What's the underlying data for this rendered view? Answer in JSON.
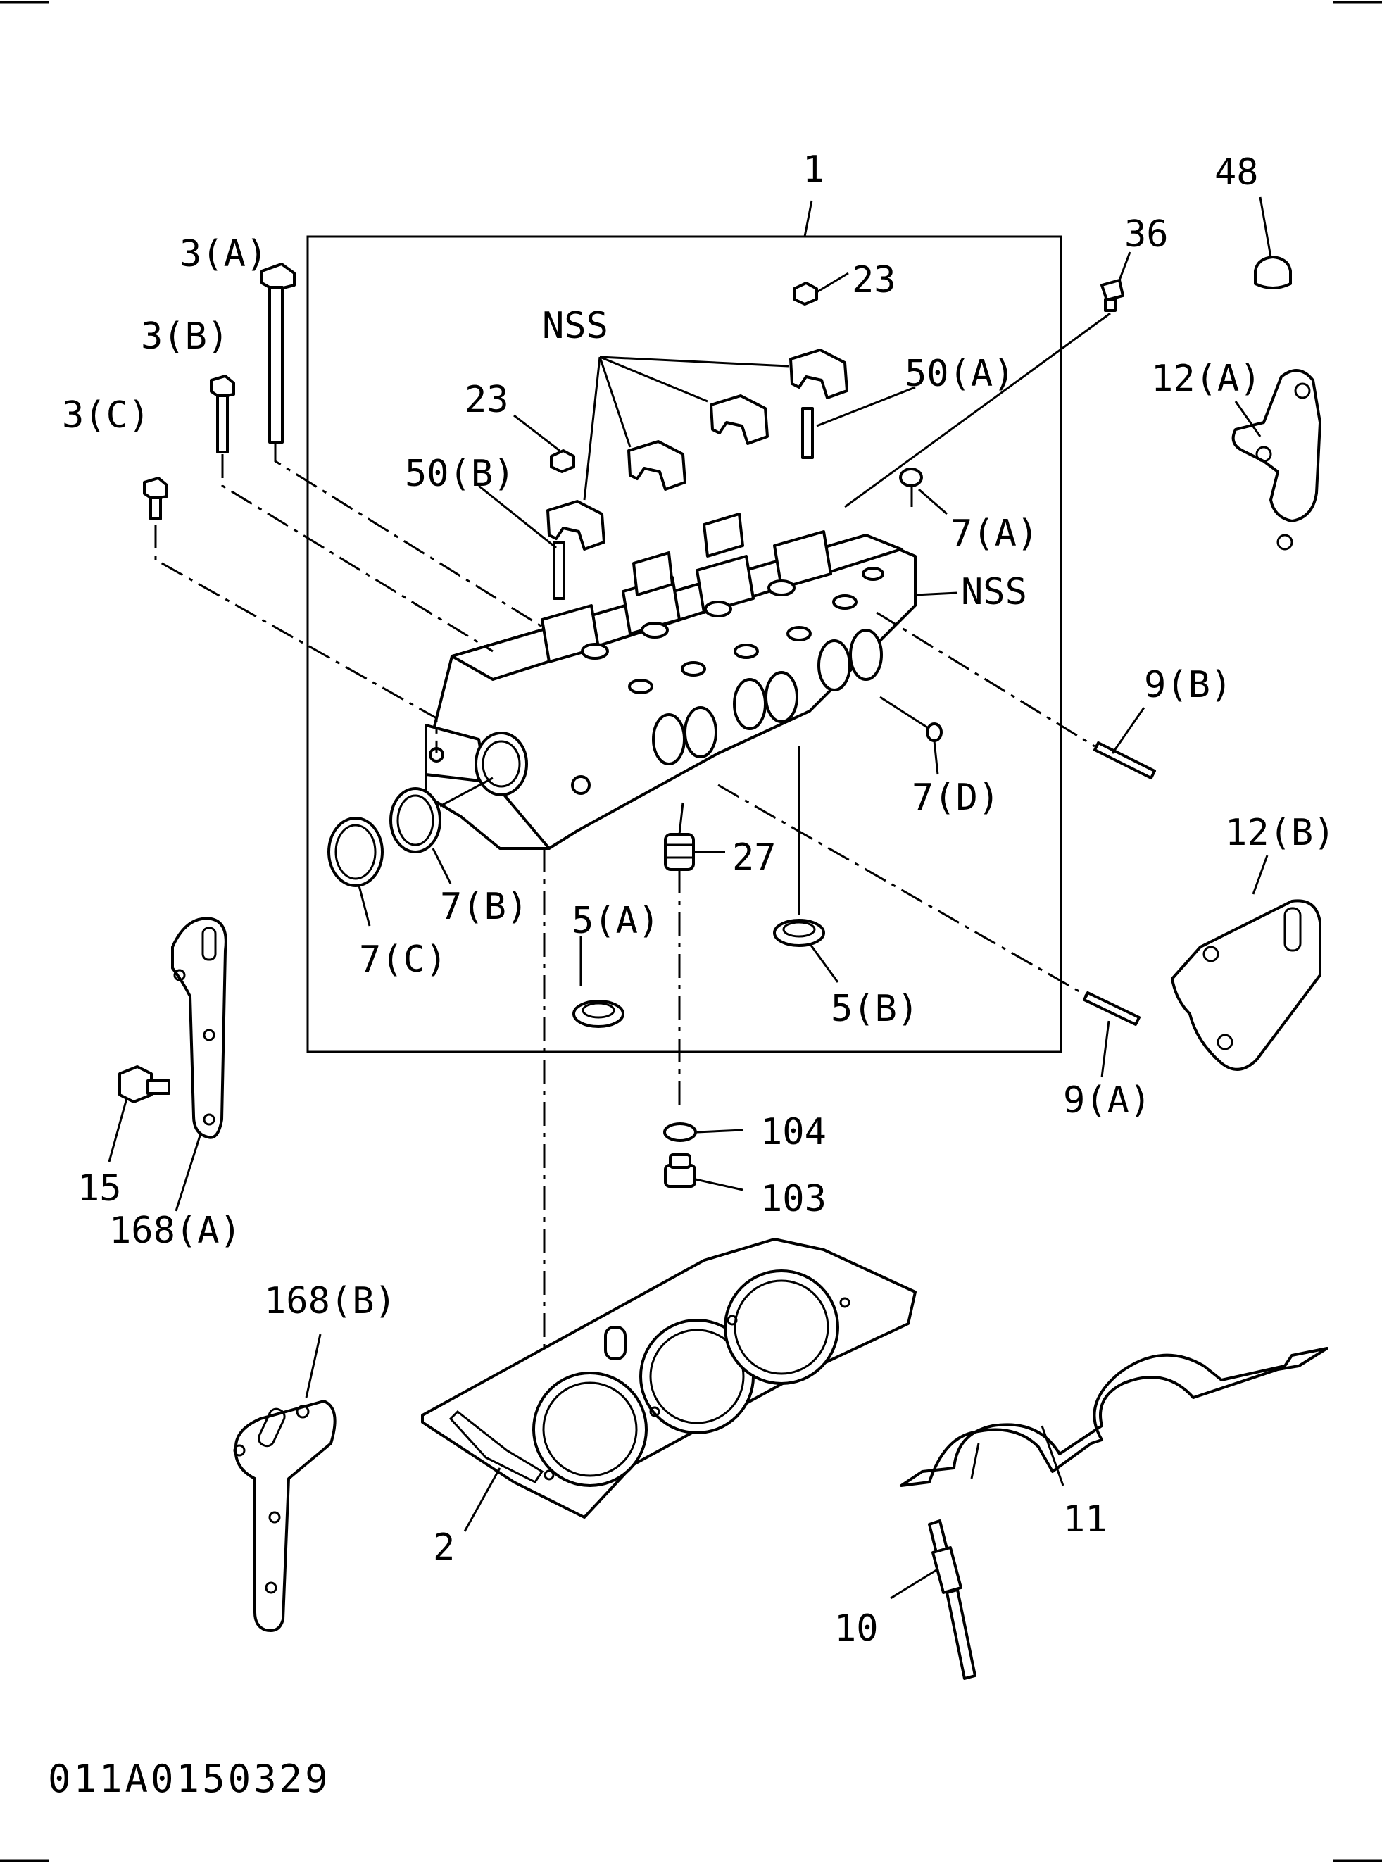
{
  "diagram_code": "011A0150329",
  "callouts": {
    "c1": "1",
    "c2": "2",
    "c3a": "3(A)",
    "c3b": "3(B)",
    "c3c": "3(C)",
    "c5a": "5(A)",
    "c5b": "5(B)",
    "c7a": "7(A)",
    "c7b": "7(B)",
    "c7c": "7(C)",
    "c7d": "7(D)",
    "c9a": "9(A)",
    "c9b": "9(B)",
    "c10": "10",
    "c11": "11",
    "c12a": "12(A)",
    "c12b": "12(B)",
    "c15": "15",
    "c23a": "23",
    "c23b": "23",
    "c27": "27",
    "c36": "36",
    "c48": "48",
    "c50a": "50(A)",
    "c50b": "50(B)",
    "c103": "103",
    "c104": "104",
    "c168a": "168(A)",
    "c168b": "168(B)",
    "nss1": "NSS",
    "nss2": "NSS"
  }
}
